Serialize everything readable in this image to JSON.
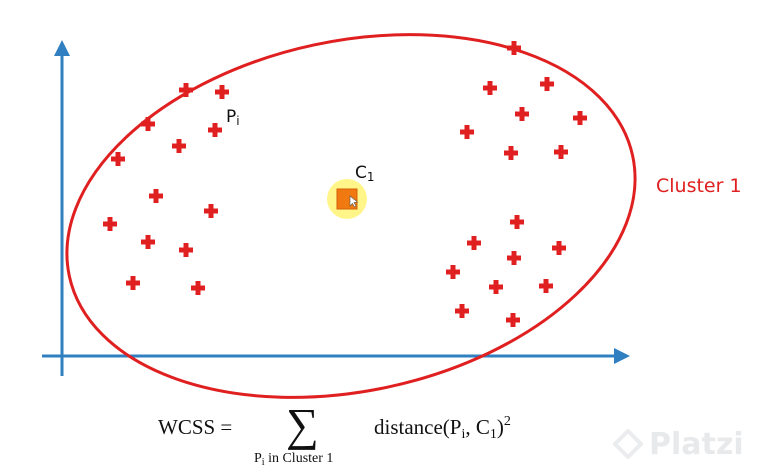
{
  "diagram": {
    "point_label": "P",
    "point_label_sub": "i",
    "centroid_label": "C",
    "centroid_label_sub": "1",
    "cluster_label": "Cluster 1",
    "formula": {
      "lhs": "WCSS =",
      "sigma": "∑",
      "rhs": "distance(P",
      "rhs_sub1": "i",
      "rhs_mid": ", C",
      "rhs_sub2": "1",
      "rhs_end": ")",
      "rhs_exp": "2",
      "under_pre": "P",
      "under_sub": "i",
      "under_post": " in Cluster 1"
    }
  },
  "watermark": {
    "text": "Platzi"
  },
  "colors": {
    "axis": "#2f7fc1",
    "cluster": "#e02020",
    "centroid_fill": "#f07a10",
    "centroid_halo": "#fff36a",
    "text": "#111111"
  }
}
